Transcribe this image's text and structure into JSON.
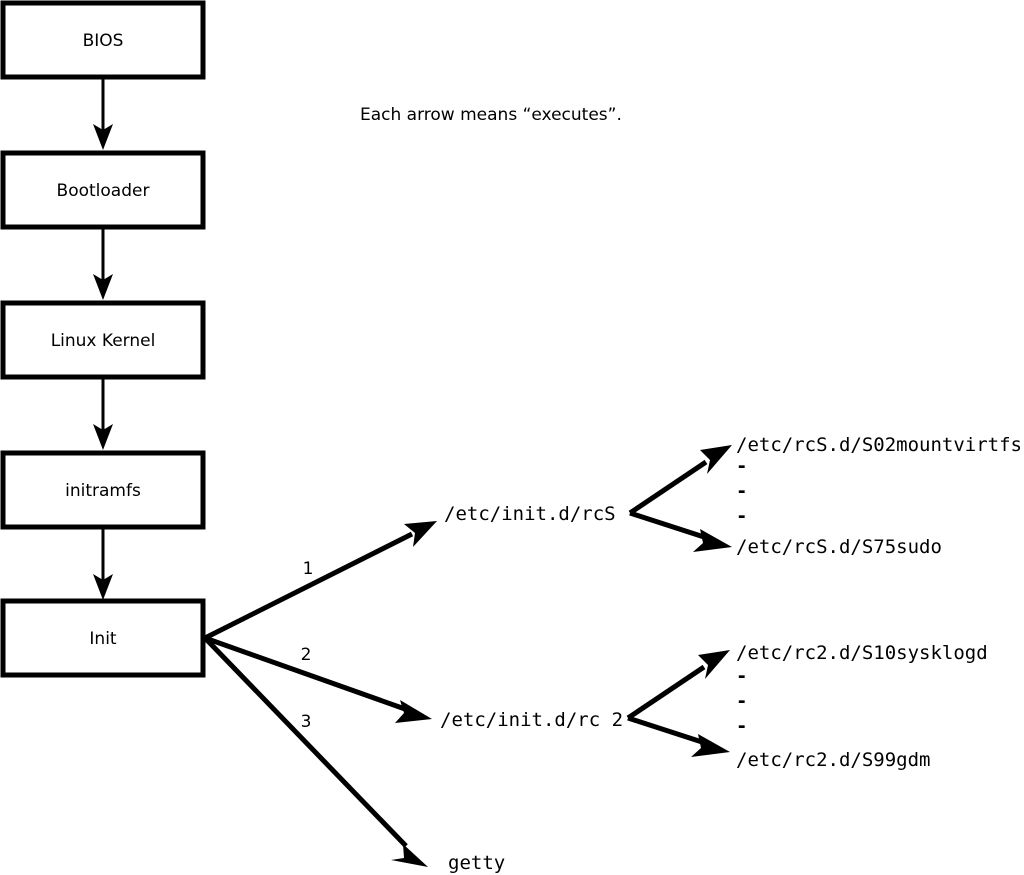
{
  "diagram": {
    "title_caption": "Each arrow means “executes”.",
    "boot_chain": [
      {
        "label": "BIOS"
      },
      {
        "label": "Bootloader"
      },
      {
        "label": "Linux Kernel"
      },
      {
        "label": "initramfs"
      },
      {
        "label": "Init"
      }
    ],
    "init_branches": [
      {
        "number": "1",
        "target": "/etc/init.d/rcS"
      },
      {
        "number": "2",
        "target": "/etc/init.d/rc 2"
      },
      {
        "number": "3",
        "target": "getty"
      }
    ],
    "rcs_scripts": {
      "first": "/etc/rcS.d/S02mountvirtfs",
      "ellipsis": [
        "-",
        "-",
        "-"
      ],
      "last": "/etc/rcS.d/S75sudo"
    },
    "rc2_scripts": {
      "first": "/etc/rc2.d/S10sysklogd",
      "ellipsis": [
        "-",
        "-",
        "-"
      ],
      "last": "/etc/rc2.d/S99gdm"
    },
    "colors": {
      "background": "#ffffff",
      "stroke": "#000000",
      "text": "#000000"
    }
  }
}
